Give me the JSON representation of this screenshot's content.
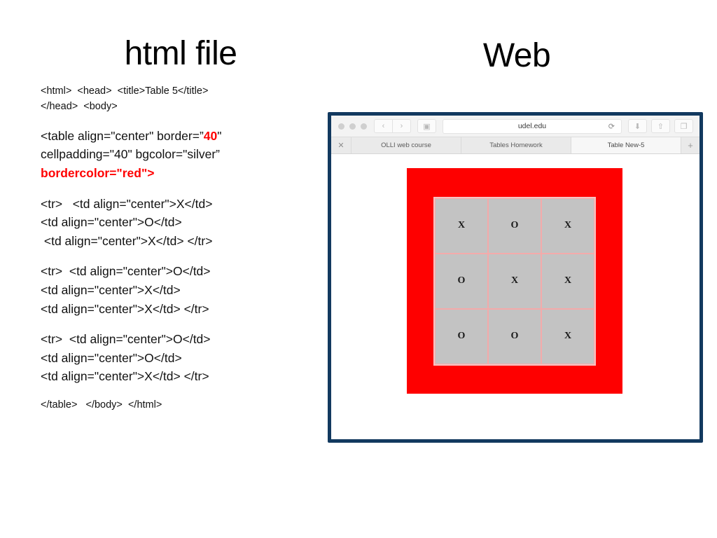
{
  "slide": {
    "left_title": "html file",
    "right_title": "Web"
  },
  "code": {
    "block1": [
      "<html>  <head>  <title>Table 5</title>",
      "</head>  <body>"
    ],
    "block2": {
      "line1_pre": "<table align=\"center\" border=”",
      "line1_hl": "40",
      "line1_post": "\"",
      "line2": "cellpadding=\"40\" bgcolor=\"silver”",
      "line3_hl": "bordercolor=\"red\">"
    },
    "block3": [
      "<tr>   <td align=\"center\">X</td>",
      "<td align=\"center\">O</td>",
      " <td align=\"center\">X</td> </tr>"
    ],
    "block4": [
      "<tr>  <td align=\"center\">O</td>",
      "<td align=\"center\">X</td>",
      "<td align=\"center\">X</td> </tr>"
    ],
    "block5": [
      "<tr>  <td align=\"center\">O</td>",
      "<td align=\"center\">O</td>",
      "<td align=\"center\">X</td> </tr>"
    ],
    "block6": "</table>   </body>  </html>"
  },
  "browser": {
    "url": "udel.edu",
    "reload_icon": "⟳",
    "back_icon": "‹",
    "forward_icon": "›",
    "sidebar_icon": "▣",
    "download_icon": "⬇",
    "share_icon": "⇧",
    "tabs_icon": "❐",
    "tab_close_icon": "✕",
    "tab_add_icon": "+",
    "tabs": [
      {
        "label": "OLLI web course",
        "active": false
      },
      {
        "label": "Tables Homework",
        "active": false
      },
      {
        "label": "Table New-5",
        "active": true
      }
    ]
  },
  "page": {
    "frame_color": "#fe0000",
    "cell_color": "#c3c3c3",
    "border_color": "#f4aaaa",
    "grid": [
      [
        "X",
        "O",
        "X"
      ],
      [
        "O",
        "X",
        "X"
      ],
      [
        "O",
        "O",
        "X"
      ]
    ]
  }
}
